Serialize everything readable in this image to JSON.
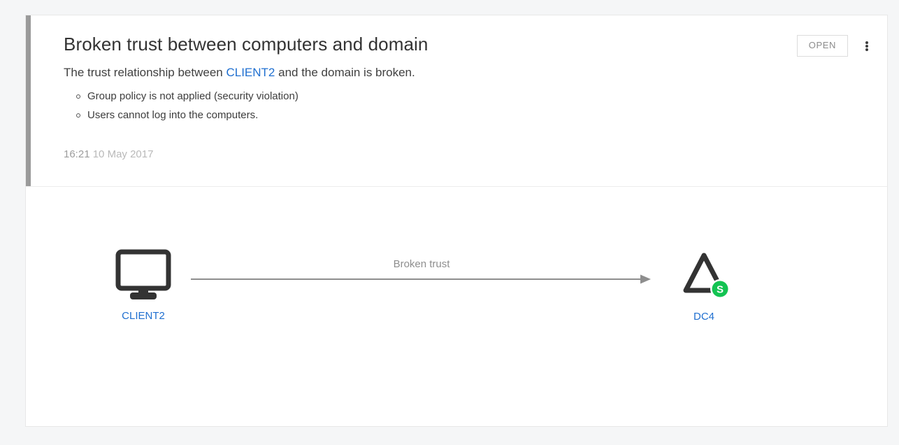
{
  "card": {
    "accent_color": "#9a9a9a",
    "header": {
      "title": "Broken trust between computers and domain",
      "subtitle_before": "The trust relationship between ",
      "subtitle_link": "CLIENT2",
      "subtitle_after": " and the domain is broken.",
      "bullets": [
        "Group policy is not applied (security violation)",
        "Users cannot log into the computers."
      ],
      "timestamp_time": "16:21",
      "timestamp_date": "10 May 2017",
      "actions": {
        "open_label": "OPEN",
        "menu_icon": "kebab-menu-icon"
      }
    },
    "diagram": {
      "nodes": [
        {
          "id": "client",
          "icon": "monitor-icon",
          "label": "CLIENT2",
          "label_color": "#1f6fd0"
        },
        {
          "id": "dc",
          "icon": "triangle-domain-icon",
          "badge": "S",
          "badge_color": "#13c352",
          "label": "DC4",
          "label_color": "#1f6fd0"
        }
      ],
      "edge": {
        "label": "Broken trust",
        "label_color": "#8e8e8e",
        "line_color": "#8e8e8e",
        "arrow": "arrow-right-icon"
      }
    }
  }
}
